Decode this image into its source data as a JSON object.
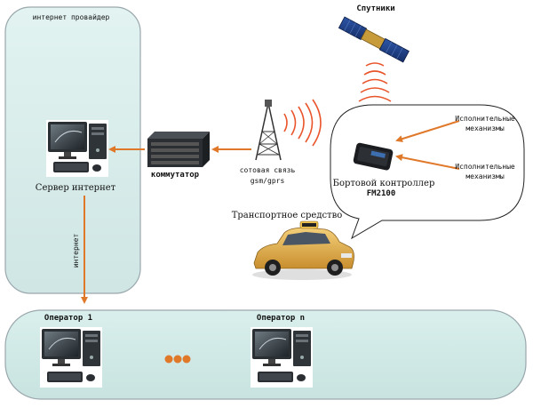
{
  "provider": {
    "title": "интернет провайдер"
  },
  "satellites": {
    "label": "Спутники"
  },
  "server": {
    "label": "Сервер интернет"
  },
  "switch": {
    "label": "коммутатор"
  },
  "tower": {
    "line1": "сотовая связь",
    "line2": "gsm/gprs"
  },
  "bubble": {
    "controller_line1": "Бортовой контроллер",
    "controller_line2": "FM2100",
    "actuator1_line1": "Исполнительные",
    "actuator1_line2": "механизмы",
    "actuator2_line1": "Исполнительные",
    "actuator2_line2": "механизмы"
  },
  "vehicle": {
    "label": "Транспортное средство"
  },
  "link": {
    "label": "интернет"
  },
  "operators": {
    "op1": "Оператор 1",
    "opn": "Оператор n"
  },
  "colors": {
    "panel_fill": "#d4ecea",
    "panel_stroke": "#9aa7ad",
    "arrow": "#e0782a",
    "signal": "#e9542a",
    "taxi": "#e6b34a"
  }
}
